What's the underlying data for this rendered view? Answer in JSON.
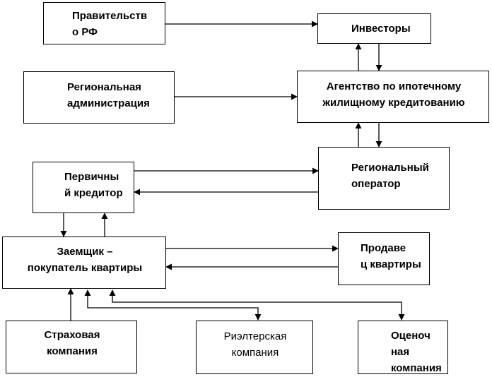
{
  "nodes": {
    "government": {
      "label": "Правительств\nо РФ"
    },
    "investors": {
      "label": "Инвесторы"
    },
    "regional_admin": {
      "label": "Региональная\nадминистрация"
    },
    "agency": {
      "label": "Агентство по ипотечному\nжилищному кредитованию"
    },
    "primary_lender": {
      "label": "Первичны\nй кредитор"
    },
    "regional_operator": {
      "label": "Региональный\nоператор"
    },
    "borrower": {
      "label": "Заемщик –\nпокупатель квартиры"
    },
    "seller": {
      "label": "Продаве\nц квартиры"
    },
    "insurance": {
      "label": "Страховая\nкомпания"
    },
    "realtor": {
      "label": "Риэлтерская\nкомпания"
    },
    "appraiser": {
      "label": "Оценоч\nная\nкомпания"
    }
  },
  "colors": {
    "line": "#000000",
    "box_fill": "#ffffff",
    "text": "#000000"
  }
}
